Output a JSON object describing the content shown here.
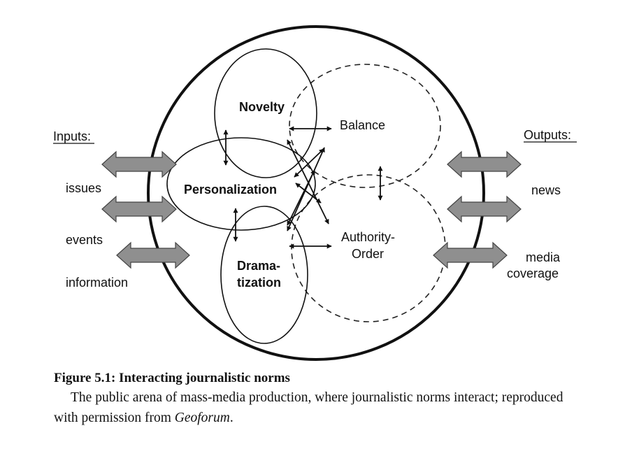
{
  "labels": {
    "inputs_heading": "Inputs:",
    "outputs_heading": "Outputs:",
    "inputs": [
      "issues",
      "events",
      "information"
    ],
    "outputs": {
      "news": "news",
      "media_line1": "media",
      "media_line2": "coverage"
    },
    "norms": {
      "novelty": "Novelty",
      "personalization": "Personalization",
      "dramatization_line1": "Drama-",
      "dramatization_line2": "tization",
      "balance": "Balance",
      "authority_line1": "Authority-",
      "authority_line2": "Order"
    }
  },
  "caption": {
    "title": "Figure 5.1:  Interacting journalistic norms",
    "text": "The public arena of mass-media production, where journalistic norms interact; reproduced with permission from ",
    "source": "Geoforum",
    "end": "."
  },
  "colors": {
    "line": "#111111",
    "arrow_fill": "#8f8f8f",
    "arrow_stroke": "#444444"
  }
}
